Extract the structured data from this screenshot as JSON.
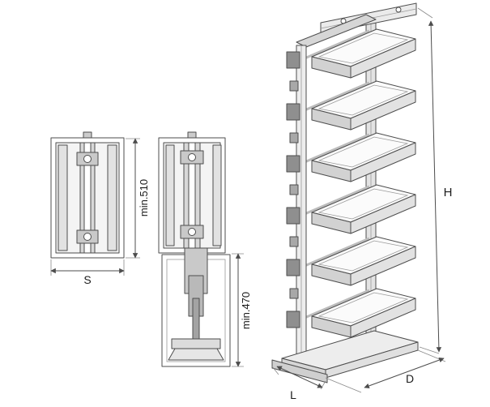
{
  "labels": {
    "plan_width": "S",
    "plan_depth_min": "min.510",
    "extended_height_min": "min.470",
    "iso_height": "H",
    "iso_depth": "D",
    "iso_width": "L"
  },
  "colors": {
    "line": "#4d4d4d",
    "background": "#ffffff",
    "fill_light": "#f4f4f4",
    "fill_mid": "#dedede",
    "fill_dark": "#9b9b9b"
  }
}
